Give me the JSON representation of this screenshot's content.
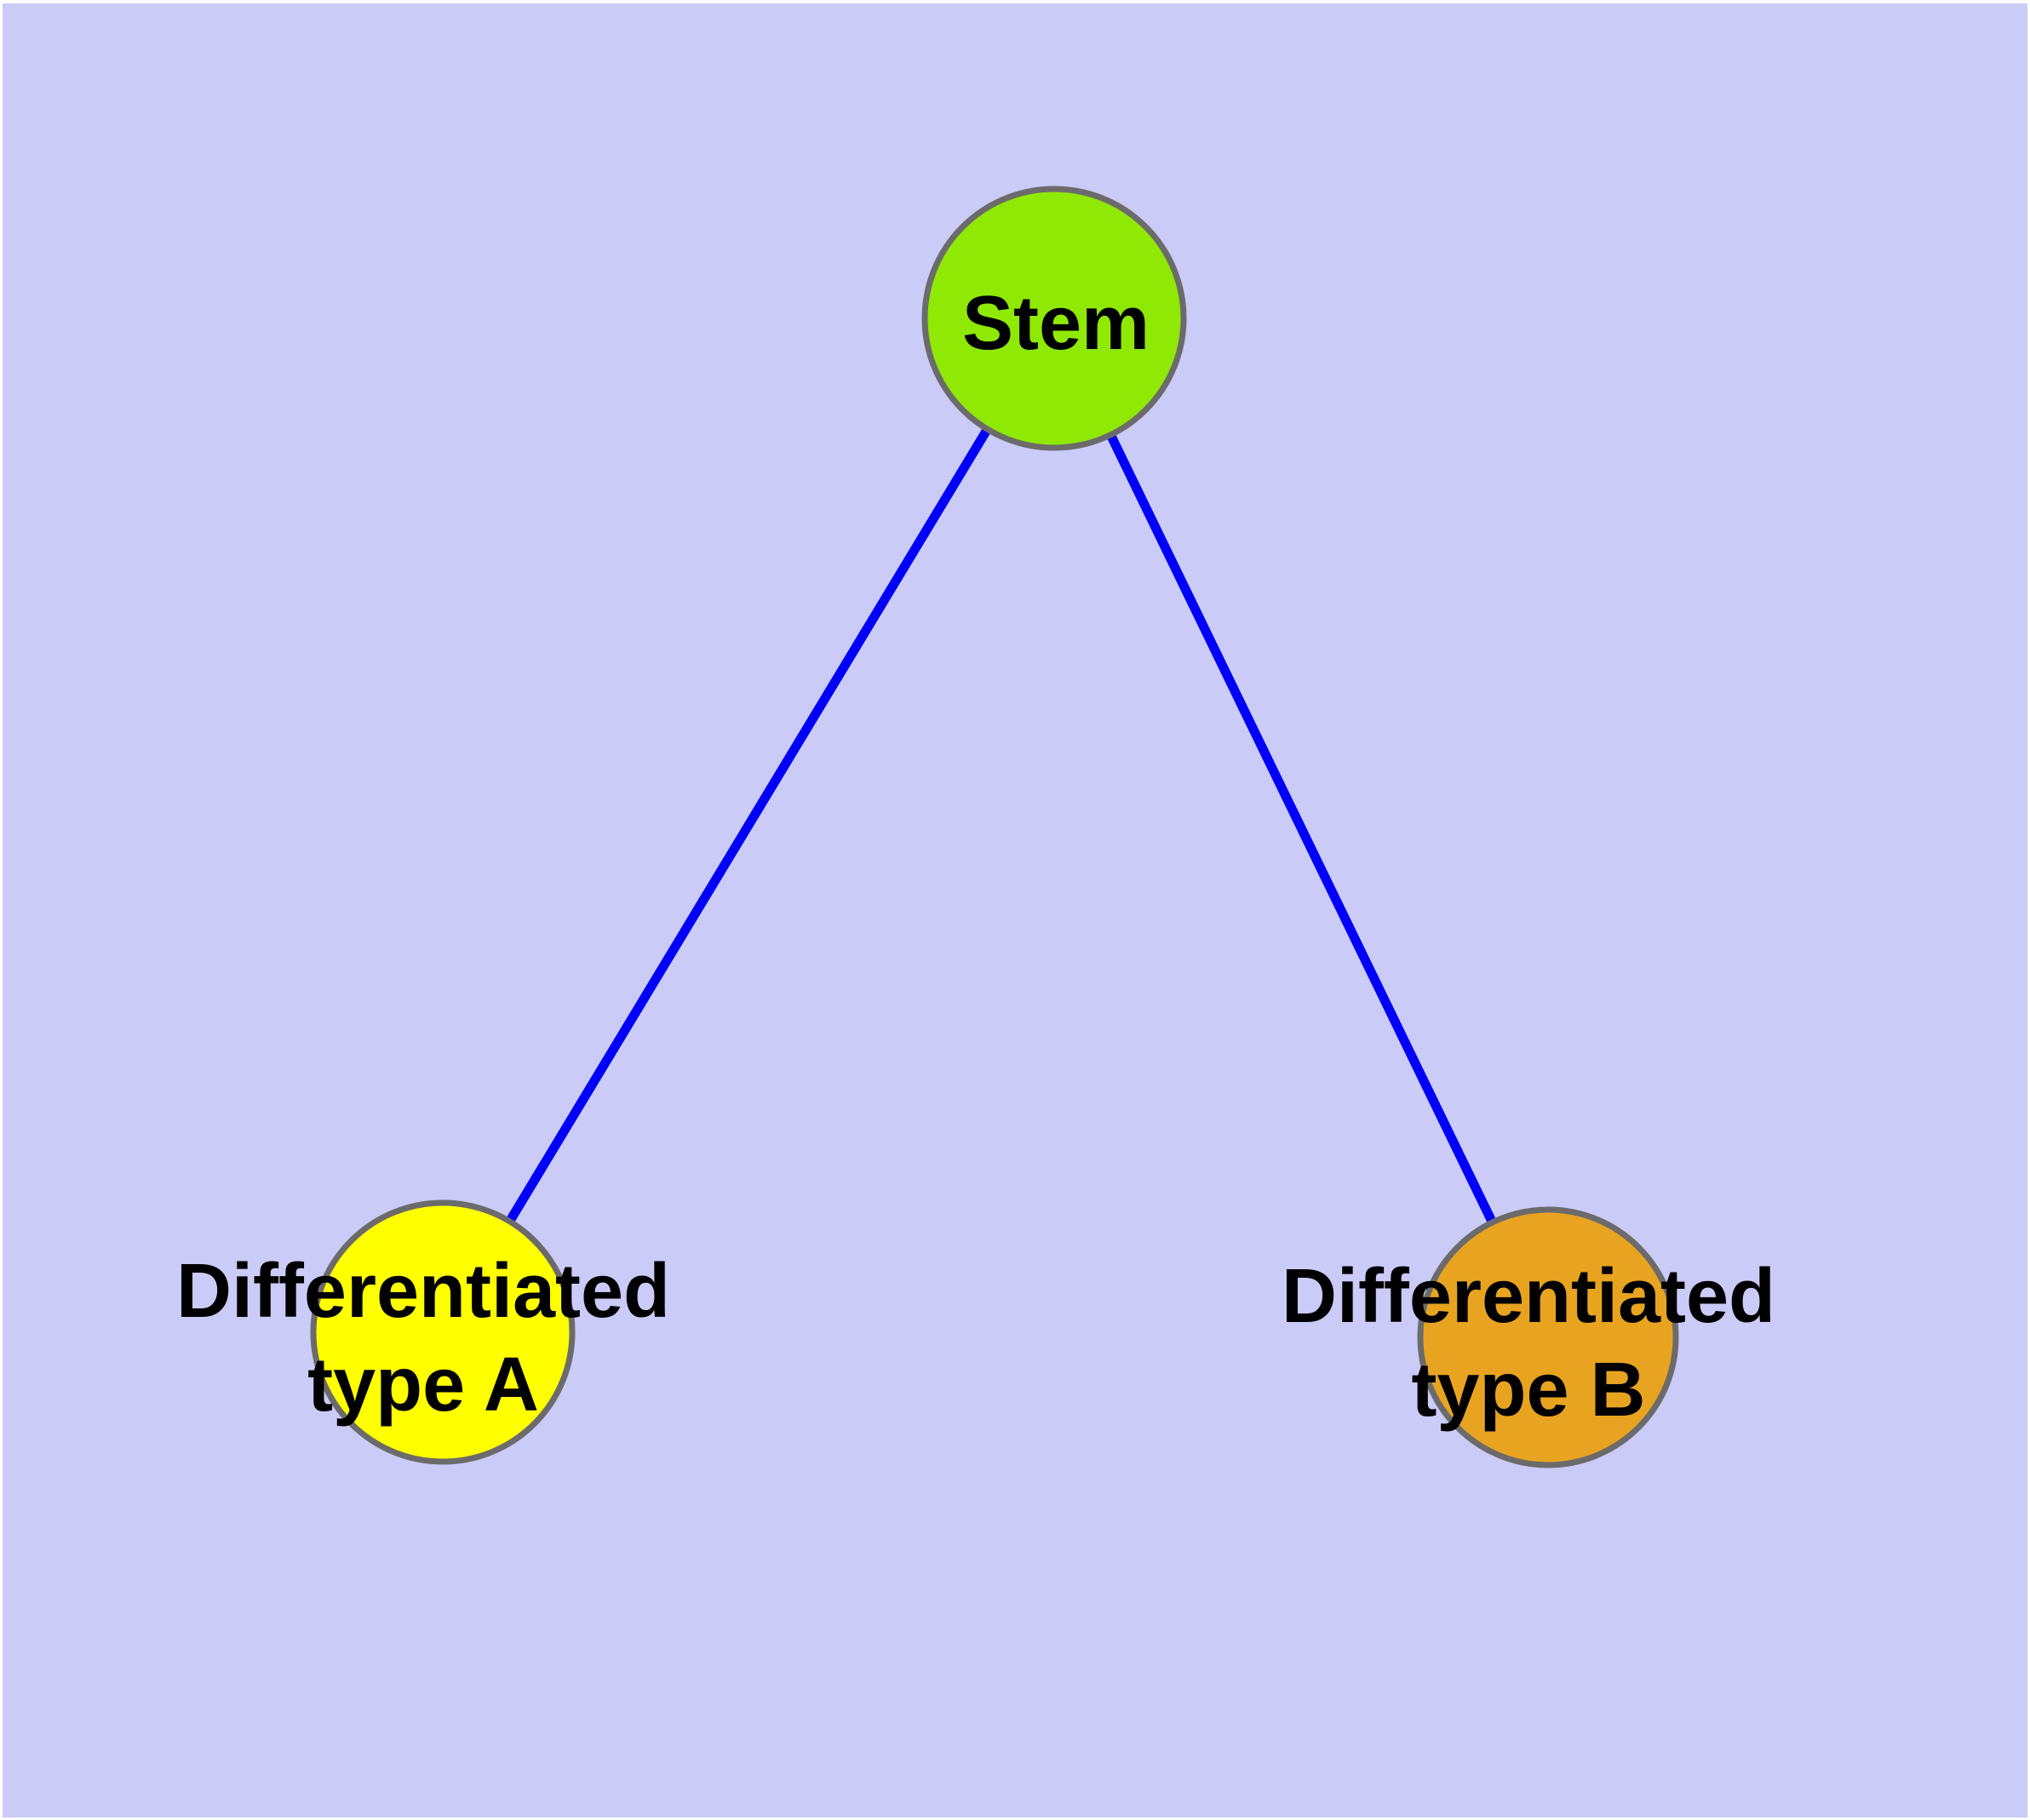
{
  "diagram": {
    "background_color": "#CBCBF8",
    "frame_color": "#FFFFFF",
    "edge_color": "#0000FA",
    "node_border_color": "#6B6B6B",
    "label_color": "#000000",
    "nodes": [
      {
        "id": "stem",
        "label": "Stem",
        "fill": "#8FE905"
      },
      {
        "id": "diff_a",
        "label_line1": "Differentiated",
        "label_line2": "type A",
        "fill": "#FFFF00"
      },
      {
        "id": "diff_b",
        "label_line1": "Differentiated",
        "label_line2": "type B",
        "fill": "#E8A420"
      }
    ],
    "edges": [
      {
        "from": "stem",
        "to": "diff_a"
      },
      {
        "from": "stem",
        "to": "diff_b"
      }
    ]
  }
}
